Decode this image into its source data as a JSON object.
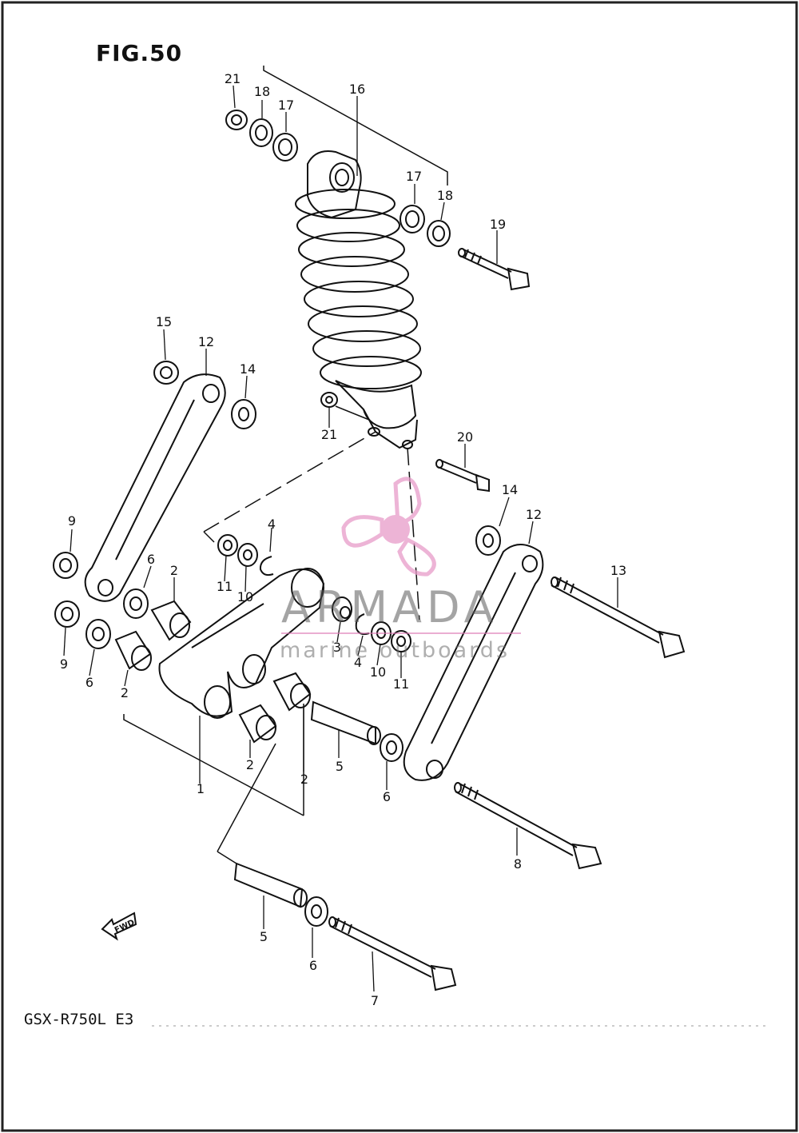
{
  "figure": {
    "title": "FIG.50",
    "model_code": "GSX-R750L  E3"
  },
  "watermark": {
    "brand": "ARMADA",
    "subtitle": "marine outboards",
    "logo_color": "#e79cc9",
    "text_color": "#7a7a7a"
  },
  "fwd_arrow": {
    "label": "FWD"
  },
  "callouts": {
    "c1": "1",
    "c2a": "2",
    "c2b": "2",
    "c2c": "2",
    "c2d": "2",
    "c3": "3",
    "c4a": "4",
    "c4b": "4",
    "c5a": "5",
    "c5b": "5",
    "c6a": "6",
    "c6b": "6",
    "c6c": "6",
    "c6d": "6",
    "c7": "7",
    "c8": "8",
    "c9a": "9",
    "c9b": "9",
    "c10a": "10",
    "c10b": "10",
    "c11a": "11",
    "c11b": "11",
    "c12a": "12",
    "c12b": "12",
    "c13": "13",
    "c14a": "14",
    "c14b": "14",
    "c15": "15",
    "c16": "16",
    "c17a": "17",
    "c17b": "17",
    "c18a": "18",
    "c18b": "18",
    "c19": "19",
    "c20": "20",
    "c21a": "21",
    "c21b": "21"
  }
}
